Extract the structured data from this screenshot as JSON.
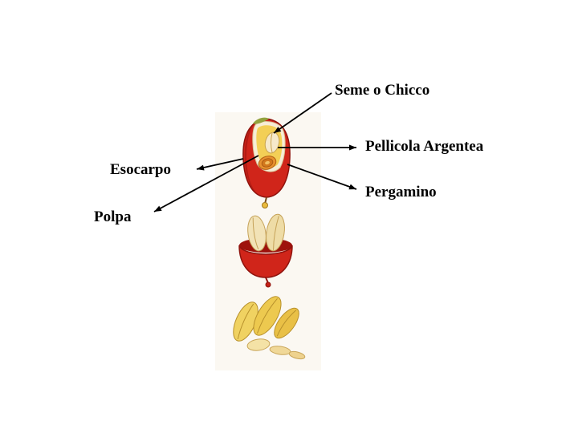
{
  "figure": {
    "background": "#ffffff",
    "labels": {
      "seme": "Seme o Chicco",
      "pellicola": "Pellicola Argentea",
      "pergamino": "Pergamino",
      "esocarpo": "Esocarpo",
      "polpa": "Polpa"
    },
    "illustrations": [
      "whole-coffee-cherry-cutaway",
      "half-cherry-with-beans",
      "loose-parchment-beans"
    ],
    "colors": {
      "cherry_red": "#d0251a",
      "cherry_dark_red": "#8f130d",
      "pulp_yellow": "#f3cf56",
      "cut_cream": "#f7edd6",
      "seed_orange": "#e8912f",
      "bean_cream": "#f2e3b7",
      "parchment_yellow": "#f0d261",
      "leaf_green": "#93a23e",
      "stem_yellow": "#e9ba3d",
      "arrow_black": "#000000"
    }
  }
}
